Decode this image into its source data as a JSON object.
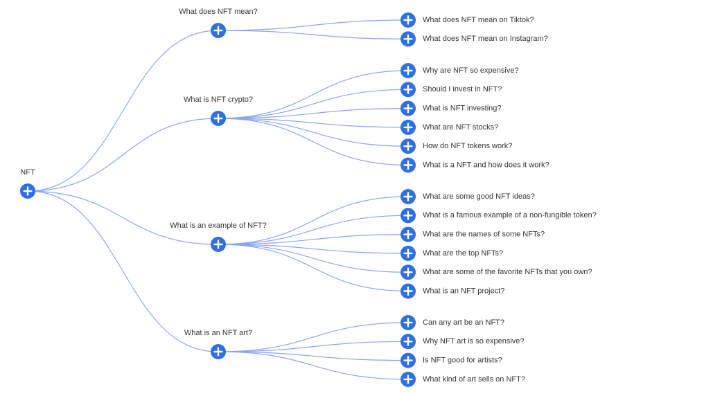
{
  "colors": {
    "link": "#8aa6f2",
    "node": "#2f6fe4",
    "node_plus": "#ffffff",
    "text": "#333333"
  },
  "icons": {
    "expand": "plus-circle-icon"
  },
  "root": {
    "label": "NFT",
    "children": [
      {
        "label": "What does NFT mean?",
        "children": [
          "What does NFT mean on Tiktok?",
          "What does NFT mean on Instagram?"
        ]
      },
      {
        "label": "What is NFT crypto?",
        "children": [
          "Why are NFT so expensive?",
          "Should I invest in NFT?",
          "What is NFT investing?",
          "What are NFT stocks?",
          "How do NFT tokens work?",
          "What is a NFT and how does it work?"
        ]
      },
      {
        "label": "What is an example of NFT?",
        "children": [
          "What are some good NFT ideas?",
          "What is a famous example of a non-fungible token?",
          "What are the names of some NFTs?",
          "What are the top NFTs?",
          "What are some of the favorite NFTs that you own?",
          "What is an NFT project?"
        ]
      },
      {
        "label": "What is an NFT art?",
        "children": [
          "Can any art be an NFT?",
          "Why NFT art is so expensive?",
          "Is NFT good for artists?",
          "What kind of art sells on NFT?"
        ]
      }
    ]
  }
}
